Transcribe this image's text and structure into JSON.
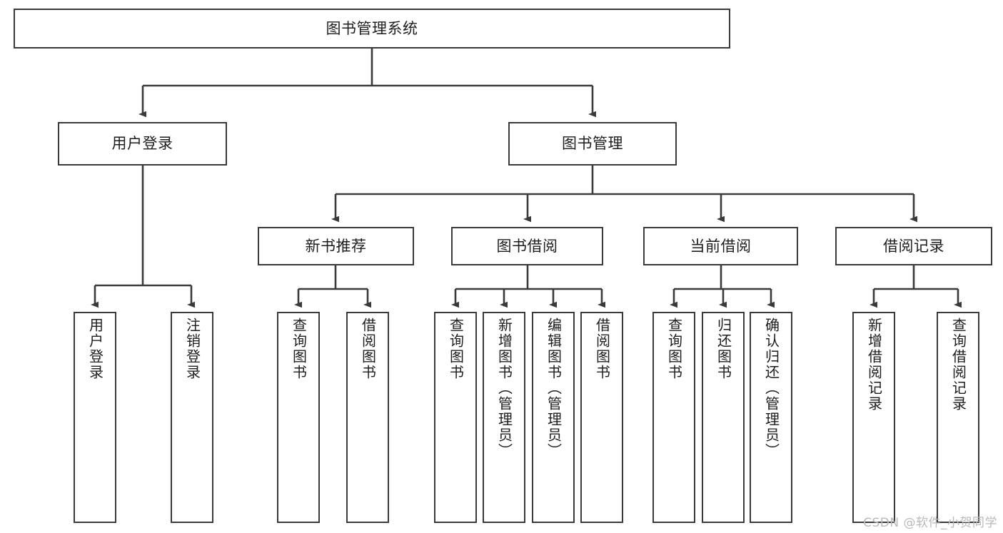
{
  "diagram": {
    "type": "tree",
    "title_node": {
      "id": "root",
      "label": "图书管理系统"
    },
    "level1": [
      {
        "id": "user-login",
        "label": "用户登录"
      },
      {
        "id": "book-management",
        "label": "图书管理"
      }
    ],
    "level2": [
      {
        "id": "new-book-recommend",
        "label": "新书推荐",
        "parent": "book-management"
      },
      {
        "id": "book-borrow",
        "label": "图书借阅",
        "parent": "book-management"
      },
      {
        "id": "current-borrow",
        "label": "当前借阅",
        "parent": "book-management"
      },
      {
        "id": "borrow-record",
        "label": "借阅记录",
        "parent": "book-management"
      }
    ],
    "leaves": [
      {
        "id": "leaf-user-login",
        "label": "用户登录",
        "parent": "user-login"
      },
      {
        "id": "leaf-logout",
        "label": "注销登录",
        "parent": "user-login"
      },
      {
        "id": "leaf-query-book-1",
        "label": "查询图书",
        "parent": "new-book-recommend"
      },
      {
        "id": "leaf-borrow-book-1",
        "label": "借阅图书",
        "parent": "new-book-recommend"
      },
      {
        "id": "leaf-query-book-2",
        "label": "查询图书",
        "parent": "book-borrow"
      },
      {
        "id": "leaf-add-book",
        "label": "新增图书（管理员）",
        "parent": "book-borrow"
      },
      {
        "id": "leaf-edit-book",
        "label": "编辑图书（管理员）",
        "parent": "book-borrow"
      },
      {
        "id": "leaf-borrow-book-2",
        "label": "借阅图书",
        "parent": "book-borrow"
      },
      {
        "id": "leaf-query-book-3",
        "label": "查询图书",
        "parent": "current-borrow"
      },
      {
        "id": "leaf-return-book",
        "label": "归还图书",
        "parent": "current-borrow"
      },
      {
        "id": "leaf-confirm-return",
        "label": "确认归还（管理员）",
        "parent": "current-borrow"
      },
      {
        "id": "leaf-add-record",
        "label": "新增借阅记录",
        "parent": "borrow-record"
      },
      {
        "id": "leaf-query-record",
        "label": "查询借阅记录",
        "parent": "borrow-record"
      }
    ],
    "colors": {
      "border": "#3a3a3a",
      "text": "#1d1d1d",
      "background": "#ffffff",
      "connector": "#3a3a3a",
      "watermark": "#b9b9b9"
    }
  },
  "watermark": {
    "text": "CSDN @软件_小贺同学"
  }
}
